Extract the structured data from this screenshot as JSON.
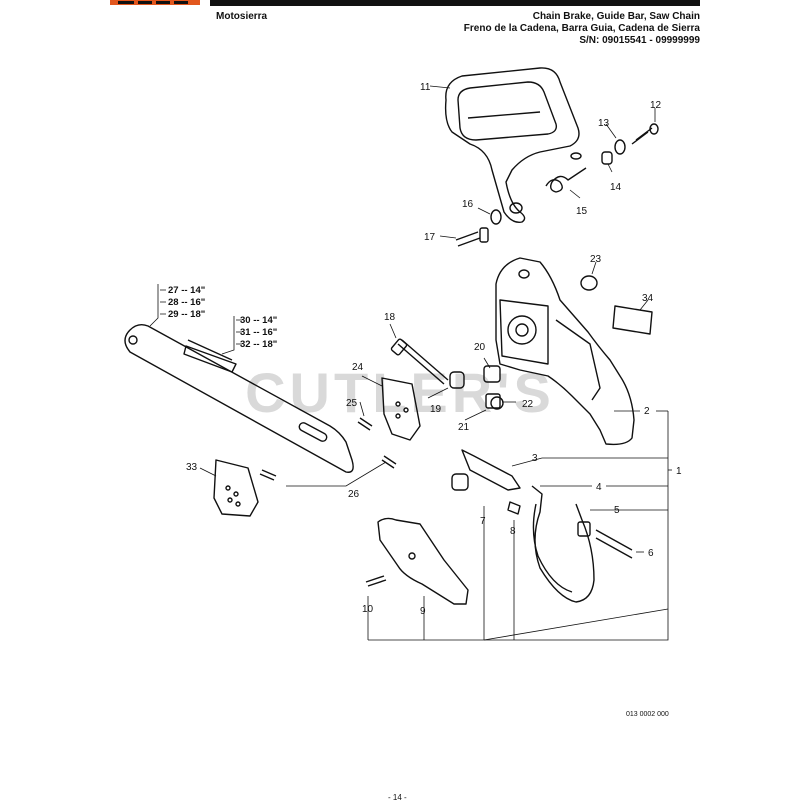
{
  "header": {
    "title": "Motosierra",
    "subtitle_lines": [
      "Chain Brake, Guide Bar, Saw Chain",
      "Freno de la Cadena, Barra Guia, Cadena de Sierra",
      "S/N: 09015541 - 09999999"
    ]
  },
  "watermark": "CUTLER'S",
  "callouts": {
    "c1": "1",
    "c2": "2",
    "c3": "3",
    "c4": "4",
    "c5": "5",
    "c6": "6",
    "c7": "7",
    "c8": "8",
    "c9": "9",
    "c10": "10",
    "c11": "11",
    "c12": "12",
    "c13": "13",
    "c14": "14",
    "c15": "15",
    "c16": "16",
    "c17": "17",
    "c18": "18",
    "c19": "19",
    "c20": "20",
    "c21": "21",
    "c22": "22",
    "c23": "23",
    "c24": "24",
    "c25": "25",
    "c26": "26",
    "c33": "33",
    "c34": "34"
  },
  "bar_options": [
    "27 -- 14\"",
    "28 -- 16\"",
    "29 -- 18\""
  ],
  "chain_options": [
    "30 -- 14\"",
    "31 -- 16\"",
    "32 -- 18\""
  ],
  "footer": {
    "diagram_code": "013 0002 000",
    "page_number": "- 14 -"
  }
}
